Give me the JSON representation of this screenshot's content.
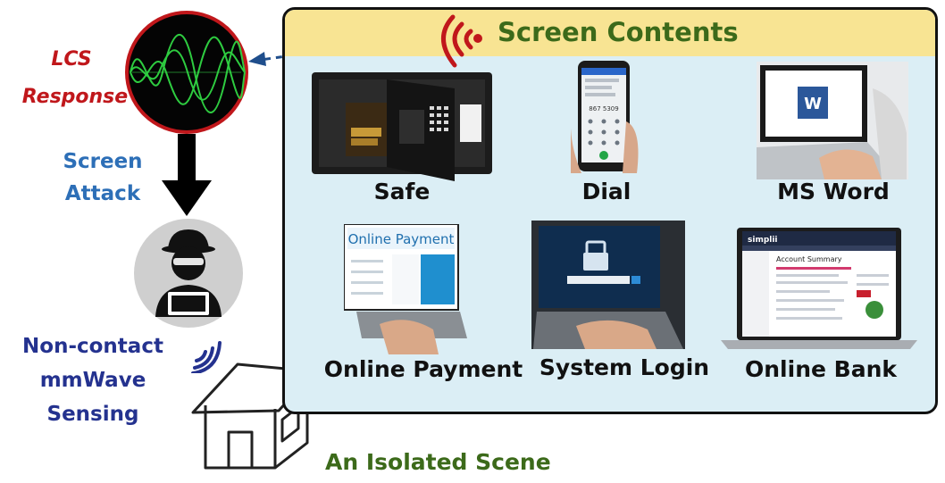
{
  "panel": {
    "title": "Screen Contents"
  },
  "items": [
    {
      "key": "safe",
      "label": "Safe"
    },
    {
      "key": "dial",
      "label": "Dial",
      "phone_number": "867 5309"
    },
    {
      "key": "word",
      "label": "MS Word",
      "app_letter": "W"
    },
    {
      "key": "payment",
      "label": "Online Payment",
      "screen_title": "Online Payment"
    },
    {
      "key": "login",
      "label": "System Login"
    },
    {
      "key": "bank",
      "label": "Online Bank",
      "brand": "simplii",
      "screen_title": "Account Summary"
    }
  ],
  "left": {
    "response_line1": "LCS",
    "response_line2": "Response",
    "attack_line1": "Screen",
    "attack_line2": "Attack",
    "sensing_line1": "Non-contact",
    "sensing_line2": "mmWave",
    "sensing_line3": "Sensing"
  },
  "scene_label": "An Isolated Scene",
  "colors": {
    "panel_bg": "#dbeef5",
    "header_bg": "#f8e493",
    "title_green": "#3c6a1a",
    "response_red": "#c0171b",
    "attack_blue": "#2d6fb7",
    "sensing_navy": "#24328f",
    "signal_green": "#2ecc40"
  }
}
